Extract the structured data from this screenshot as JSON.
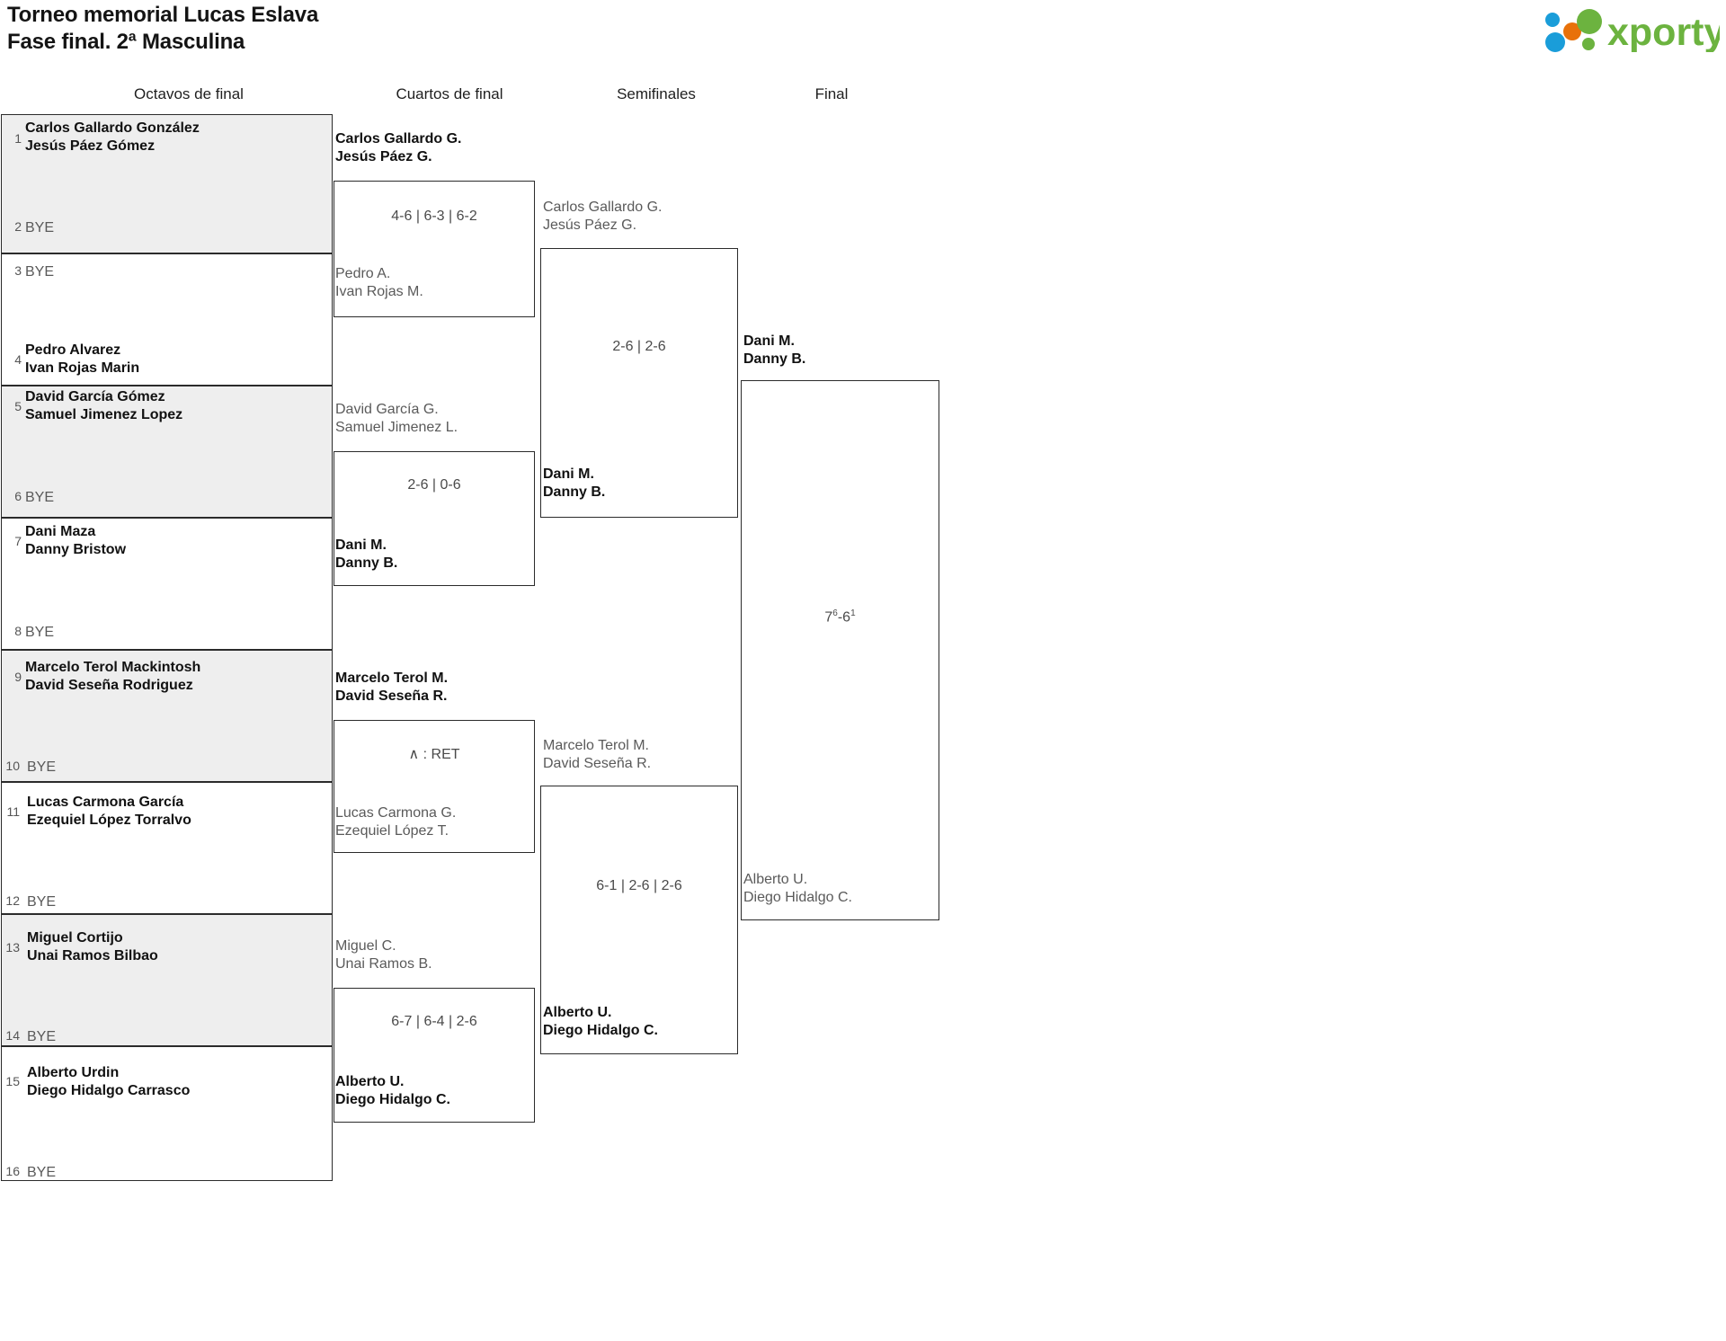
{
  "header": {
    "title_line1": "Torneo memorial Lucas Eslava",
    "title_line2": "Fase final. 2ª Masculina",
    "logo_text": "xporty",
    "logo_colors": {
      "green": "#6cb33f",
      "blue": "#1a9dd9",
      "orange": "#e8710a"
    }
  },
  "rounds": [
    {
      "label": "Octavos de final"
    },
    {
      "label": "Cuartos de final"
    },
    {
      "label": "Semifinales"
    },
    {
      "label": "Final"
    }
  ],
  "bracket": {
    "round16": [
      {
        "seed": "1",
        "line1": "Carlos Gallardo González",
        "line2": "Jesús Páez Gómez",
        "bye": ""
      },
      {
        "seed": "2",
        "line1": "",
        "line2": "",
        "bye": "BYE"
      },
      {
        "seed": "3",
        "line1": "",
        "line2": "",
        "bye": "BYE"
      },
      {
        "seed": "4",
        "line1": "Pedro Alvarez",
        "line2": "Ivan Rojas Marin",
        "bye": ""
      },
      {
        "seed": "5",
        "line1": "David García Gómez",
        "line2": "Samuel Jimenez Lopez",
        "bye": ""
      },
      {
        "seed": "6",
        "line1": "",
        "line2": "",
        "bye": "BYE"
      },
      {
        "seed": "7",
        "line1": "Dani Maza",
        "line2": "Danny Bristow",
        "bye": ""
      },
      {
        "seed": "8",
        "line1": "",
        "line2": "",
        "bye": "BYE"
      },
      {
        "seed": "9",
        "line1": "Marcelo Terol Mackintosh",
        "line2": "David Seseña Rodriguez",
        "bye": ""
      },
      {
        "seed": "10",
        "line1": "",
        "line2": "",
        "bye": "BYE"
      },
      {
        "seed": "11",
        "line1": "Lucas Carmona García",
        "line2": "Ezequiel López Torralvo",
        "bye": ""
      },
      {
        "seed": "12",
        "line1": "",
        "line2": "",
        "bye": "BYE"
      },
      {
        "seed": "13",
        "line1": "Miguel Cortijo",
        "line2": "Unai Ramos Bilbao",
        "bye": ""
      },
      {
        "seed": "14",
        "line1": "",
        "line2": "",
        "bye": "BYE"
      },
      {
        "seed": "15",
        "line1": "Alberto Urdin",
        "line2": "Diego Hidalgo Carrasco",
        "bye": ""
      },
      {
        "seed": "16",
        "line1": "",
        "line2": "",
        "bye": "BYE"
      }
    ],
    "quarters": [
      {
        "top_l1": "Carlos Gallardo G.",
        "top_l2": "Jesús Páez G.",
        "bot_l1": "Pedro A.",
        "bot_l2": "Ivan Rojas M.",
        "score": "4-6 | 6-3 | 6-2",
        "winner": "top"
      },
      {
        "top_l1": "David García G.",
        "top_l2": "Samuel Jimenez L.",
        "bot_l1": "Dani M.",
        "bot_l2": "Danny B.",
        "score": "2-6 | 0-6",
        "winner": "bottom"
      },
      {
        "top_l1": "Marcelo Terol M.",
        "top_l2": "David Seseña R.",
        "bot_l1": "Lucas Carmona G.",
        "bot_l2": "Ezequiel López T.",
        "score": "∧ : RET",
        "winner": "top"
      },
      {
        "top_l1": "Miguel C.",
        "top_l2": "Unai Ramos B.",
        "bot_l1": "Alberto U.",
        "bot_l2": "Diego Hidalgo C.",
        "score": "6-7 | 6-4 | 2-6",
        "winner": "bottom"
      }
    ],
    "semis": [
      {
        "top_l1": "Carlos Gallardo G.",
        "top_l2": "Jesús Páez G.",
        "bot_l1": "Dani M.",
        "bot_l2": "Danny B.",
        "score": "2-6 | 2-6",
        "winner": "bottom"
      },
      {
        "top_l1": "Marcelo Terol M.",
        "top_l2": "David Seseña R.",
        "bot_l1": "Alberto U.",
        "bot_l2": "Diego Hidalgo C.",
        "score": "6-1 | 2-6 | 2-6",
        "winner": "bottom"
      }
    ],
    "final": {
      "top_l1": "Dani M.",
      "top_l2": "Danny B.",
      "bot_l1": "Alberto U.",
      "bot_l2": "Diego Hidalgo C.",
      "score_main": "7",
      "score_sup1": "6",
      "score_sep": "-6",
      "score_sup2": "1",
      "score_plain": "7⁶-6¹",
      "winner": "top"
    }
  }
}
